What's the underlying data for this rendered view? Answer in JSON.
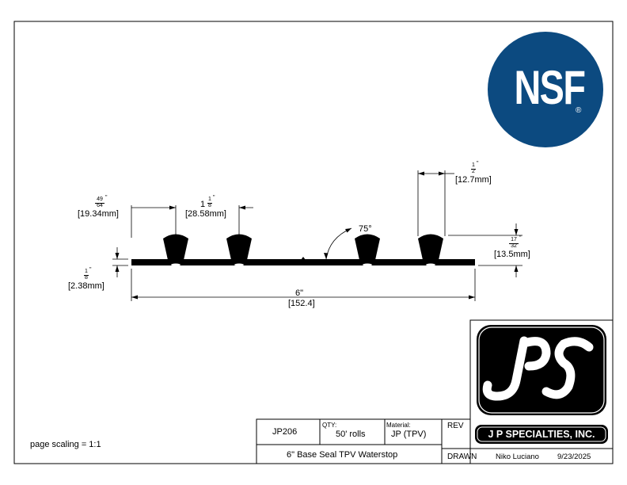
{
  "drawing": {
    "dims": {
      "top_left_frac": {
        "num": "49",
        "den": "64",
        "unit": "\"",
        "metric": "[19.34mm]"
      },
      "spacing": {
        "whole": "1",
        "num": "1",
        "den": "8",
        "unit": "\"",
        "metric": "[28.58mm]"
      },
      "bulb_width": {
        "num": "1",
        "den": "2",
        "unit": "\"",
        "metric": "[12.7mm]"
      },
      "angle": "75°",
      "height": {
        "num": "17",
        "den": "32",
        "unit": "\"",
        "metric": "[13.5mm]"
      },
      "thickness": {
        "num": "1",
        "den": "8",
        "unit": "\"",
        "metric": "[2.38mm]"
      },
      "overall": {
        "label": "6\"",
        "metric": "[152.4]"
      }
    }
  },
  "title_block": {
    "part_number": "JP206",
    "qty_label": "QTY:",
    "qty_value": "50' rolls",
    "material_label": "Material:",
    "material_value": "JP (TPV)",
    "rev_label": "REV",
    "description": "6\" Base Seal TPV Waterstop",
    "drawn_label": "DRAWN",
    "drawn_by": "Niko Luciano",
    "drawn_date": "9/23/2025"
  },
  "page_scaling": "page scaling = 1:1",
  "logos": {
    "nsf_text": "NSF",
    "nsf_reg": "®",
    "jps_company": "J P SPECIALTIES, INC."
  }
}
